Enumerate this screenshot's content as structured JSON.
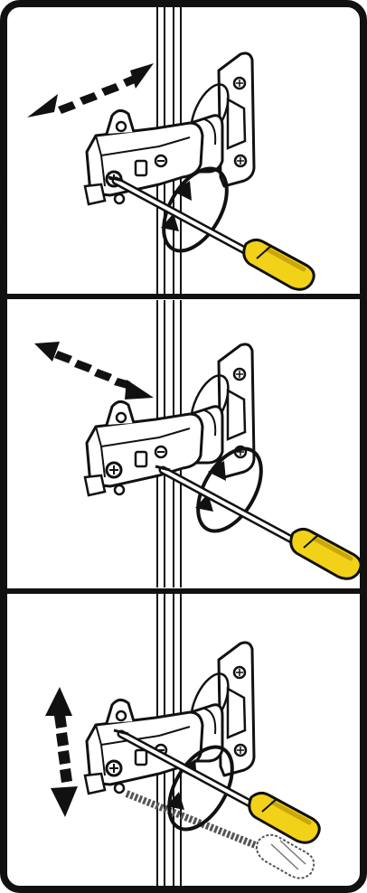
{
  "figure": {
    "kind": "hinge-adjustment-instructions",
    "panel_count": 3,
    "colors": {
      "frame": "#111111",
      "background": "#ffffff",
      "handle_yellow": "#f2d219",
      "handle_shade": "#c9a70c",
      "metal_fill": "#ffffff",
      "ghost_stroke": "#555555"
    }
  },
  "panels": [
    {
      "id": "depth-adjust",
      "arrow": "horizontal",
      "tool": "screwdriver",
      "rotation": "clockwise",
      "ghost_tool": false
    },
    {
      "id": "side-adjust",
      "arrow": "horizontal",
      "tool": "screwdriver",
      "rotation": "clockwise",
      "ghost_tool": false
    },
    {
      "id": "height-adjust",
      "arrow": "vertical",
      "tool": "screwdriver",
      "rotation": "clockwise",
      "ghost_tool": true
    }
  ]
}
